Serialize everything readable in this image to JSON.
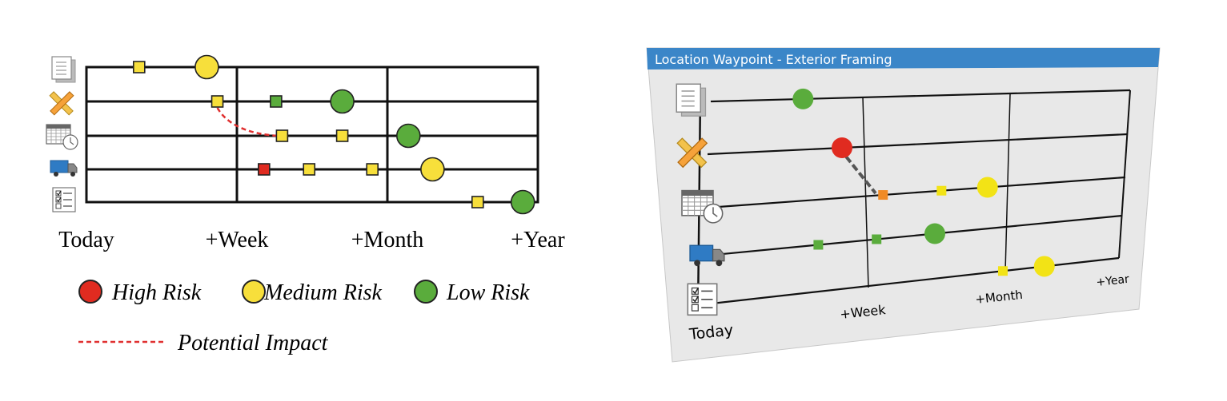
{
  "left_chart": {
    "x_labels": [
      "Today",
      "+Week",
      "+Month",
      "+Year"
    ],
    "lanes": [
      "document-icon",
      "ruler-pencil-icon",
      "schedule-calendar-icon",
      "delivery-truck-icon",
      "checklist-icon"
    ],
    "items": [
      {
        "lane": 0,
        "shape": "square",
        "risk": "medium",
        "t": 0.35
      },
      {
        "lane": 0,
        "shape": "circle",
        "risk": "medium",
        "t": 0.8
      },
      {
        "lane": 1,
        "shape": "square",
        "risk": "medium",
        "t": 0.87
      },
      {
        "lane": 1,
        "shape": "square",
        "risk": "low",
        "t": 1.26
      },
      {
        "lane": 1,
        "shape": "circle",
        "risk": "low",
        "t": 1.7
      },
      {
        "lane": 2,
        "shape": "square",
        "risk": "medium",
        "t": 1.3
      },
      {
        "lane": 2,
        "shape": "square",
        "risk": "medium",
        "t": 1.7
      },
      {
        "lane": 2,
        "shape": "circle",
        "risk": "low",
        "t": 2.14
      },
      {
        "lane": 3,
        "shape": "square",
        "risk": "high",
        "t": 1.18
      },
      {
        "lane": 3,
        "shape": "square",
        "risk": "medium",
        "t": 1.48
      },
      {
        "lane": 3,
        "shape": "square",
        "risk": "medium",
        "t": 1.9
      },
      {
        "lane": 3,
        "shape": "circle",
        "risk": "medium",
        "t": 2.3
      },
      {
        "lane": 4,
        "shape": "square",
        "risk": "medium",
        "t": 2.6
      },
      {
        "lane": 4,
        "shape": "circle",
        "risk": "low",
        "t": 2.9
      }
    ],
    "impact_link": {
      "from": [
        1,
        0.87
      ],
      "to": [
        2,
        1.3
      ]
    }
  },
  "legend": {
    "high": "High Risk",
    "medium": "Medium Risk",
    "low": "Low Risk",
    "impact": "Potential Impact"
  },
  "right_panel": {
    "title": "Location Waypoint - Exterior Framing",
    "x_labels": [
      "Today",
      "+Week",
      "+Month",
      "+Year"
    ],
    "lanes": [
      "document-icon",
      "ruler-pencil-icon",
      "schedule-calendar-icon",
      "delivery-truck-icon",
      "checklist-icon"
    ],
    "items": [
      {
        "lane": 0,
        "shape": "circle",
        "risk": "low",
        "t": 0.22
      },
      {
        "lane": 1,
        "shape": "circle",
        "risk": "high",
        "t": 0.32
      },
      {
        "lane": 2,
        "shape": "square",
        "risk": "orange",
        "t": 0.42
      },
      {
        "lane": 2,
        "shape": "square",
        "risk": "yellow",
        "t": 0.56
      },
      {
        "lane": 2,
        "shape": "circle",
        "risk": "yellow",
        "t": 0.67
      },
      {
        "lane": 3,
        "shape": "square",
        "risk": "low",
        "t": 0.27
      },
      {
        "lane": 3,
        "shape": "square",
        "risk": "low",
        "t": 0.41
      },
      {
        "lane": 3,
        "shape": "circle",
        "risk": "low",
        "t": 0.55
      },
      {
        "lane": 4,
        "shape": "square",
        "risk": "yellow",
        "t": 0.72
      },
      {
        "lane": 4,
        "shape": "circle",
        "risk": "yellow",
        "t": 0.82
      }
    ]
  },
  "colors": {
    "high": "#e02b20",
    "medium": "#f7df3b",
    "low": "#5aac3c",
    "yellow": "#f2e316",
    "orange": "#f08a24",
    "impact": "#e03030",
    "title_bar": "#3b86c8",
    "panel": "#e8e8e8"
  }
}
